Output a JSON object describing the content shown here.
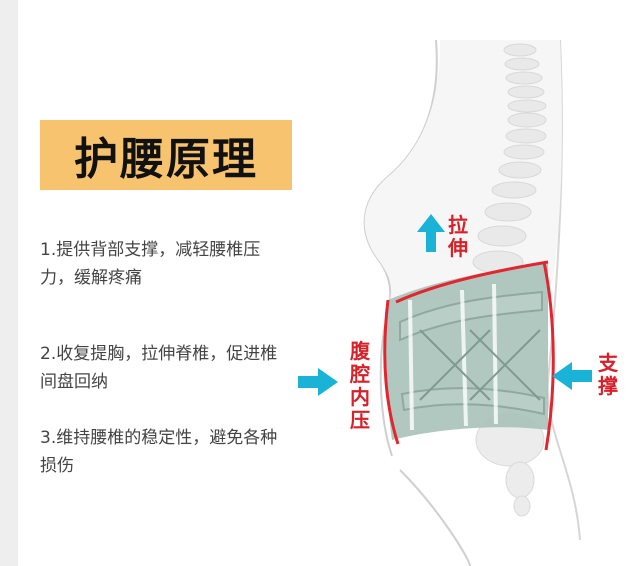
{
  "title": "护腰原理",
  "points": [
    "1.提供背部支撑，减轻腰椎压力，缓解疼痛",
    "2.收复提胸，拉伸脊椎，促进椎间盘回纳",
    "3.维持腰椎的稳定性，避免各种损伤"
  ],
  "labels": {
    "stretch": "拉伸",
    "abdominal_pressure": "腹腔内压",
    "support": "支撑"
  },
  "icons": [
    "arrow-up-icon",
    "arrow-right-icon",
    "arrow-left-icon"
  ],
  "colors": {
    "title_bg": "#f7c36e",
    "arrow": "#19b3d8",
    "label_red": "#d6202a",
    "brace": "#9fbcb3"
  }
}
